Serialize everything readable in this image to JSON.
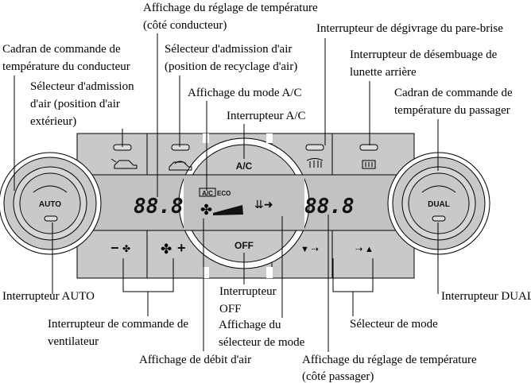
{
  "labels": {
    "driver_temp_display": [
      "Affichage du réglage de température",
      "(côté conducteur)"
    ],
    "defroster": "Interrupteur de dégivrage du pare-brise",
    "driver_dial": [
      "Cadran de commande de",
      "température du conducteur"
    ],
    "recirc": [
      "Sélecteur d'admission d'air",
      "(position de recyclage d'air)"
    ],
    "rear_defogger": [
      "Interrupteur de désembuage de",
      "lunette arrière"
    ],
    "fresh_air": [
      "Sélecteur d'admission",
      "d'air (position d'air",
      "extérieur)"
    ],
    "ac_mode_display": "Affichage du mode A/C",
    "passenger_dial": [
      "Cadran de commande de",
      "température du passager"
    ],
    "ac_switch": "Interrupteur A/C",
    "auto_switch": "Interrupteur AUTO",
    "off_switch": [
      "Interrupteur",
      "OFF"
    ],
    "dual_switch": "Interrupteur DUAL",
    "fan_switch": [
      "Interrupteur de commande de",
      "ventilateur"
    ],
    "mode_display": [
      "Affichage du",
      "sélecteur de mode"
    ],
    "mode_selector": "Sélecteur de mode",
    "airflow_display": "Affichage de débit d'air",
    "passenger_temp_display": [
      "Affichage du réglage de température",
      "(côté passager)"
    ]
  },
  "panel": {
    "auto": "AUTO",
    "dual": "DUAL",
    "ac": "A/C",
    "off": "OFF",
    "driver_temp": "88.8",
    "passenger_temp": "88.8",
    "ac_indicator": "A/C",
    "eco": "ECO",
    "fan_minus": "−",
    "fan_plus": "+"
  }
}
